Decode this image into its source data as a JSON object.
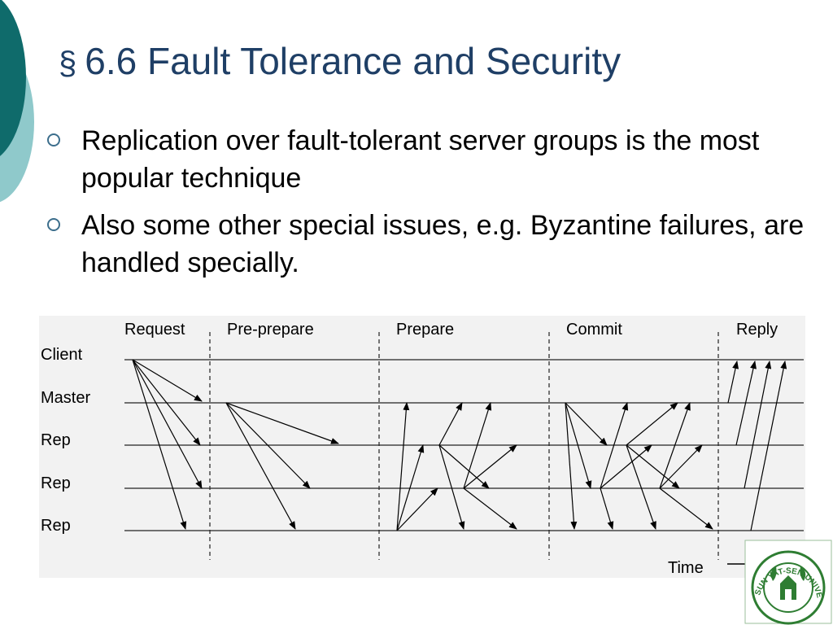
{
  "slide": {
    "title": "6.6 Fault Tolerance and Security",
    "section_symbol": "§",
    "bullets": [
      "Replication over fault-tolerant server groups is the most popular technique",
      "Also some other special issues, e.g. Byzantine failures, are handled specially."
    ]
  },
  "diagram": {
    "phases": [
      "Request",
      "Pre-prepare",
      "Prepare",
      "Commit",
      "Reply"
    ],
    "nodes": [
      "Client",
      "Master",
      "Rep",
      "Rep",
      "Rep"
    ],
    "time_label": "Time"
  },
  "logo": {
    "text": "SUN YAT-SEN UNIVERSITY"
  },
  "colors": {
    "title": "#1f3f66",
    "deco_dark": "#0f6b6b",
    "deco_light": "#8fc9cb",
    "logo_green": "#2e7d32"
  }
}
